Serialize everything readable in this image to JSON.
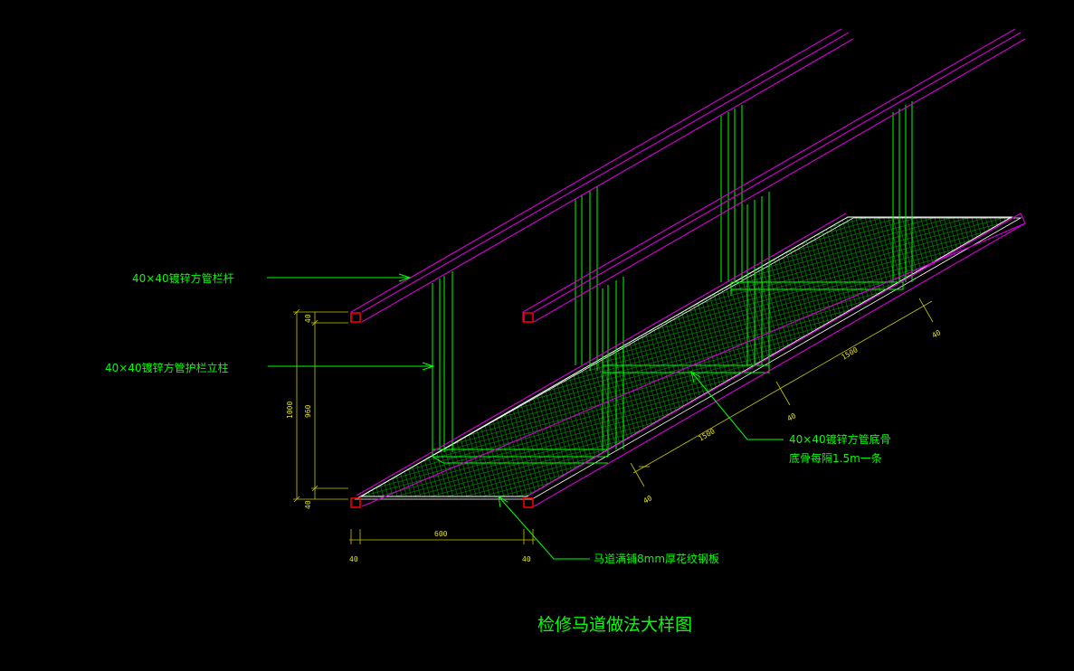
{
  "labels": {
    "handrail": "40×40镀锌方管栏杆",
    "post": "40×40镀锌方管护栏立柱",
    "joist_line1": "40×40镀锌方管底骨",
    "joist_line2": "底骨每隔1.5m一条",
    "deck": "马道满铺8mm厚花纹钢板"
  },
  "dimensions": {
    "total_height": "1000",
    "clear_height": "960",
    "rail_top": "40",
    "rail_bottom": "40",
    "width": "600",
    "width_left_post": "40",
    "width_right_post": "40",
    "span_1": "1500",
    "span_2": "1500",
    "joint_start": "40",
    "joint_mid": "40",
    "joint_end": "40"
  },
  "title": "检修马道做法大样图",
  "colors": {
    "background": "#000000",
    "rail": "#cc00cc",
    "post": "#00ff00",
    "section": "#ff0000",
    "dimension": "#c8c800",
    "text": "#00ff00",
    "mesh": "#008800"
  }
}
